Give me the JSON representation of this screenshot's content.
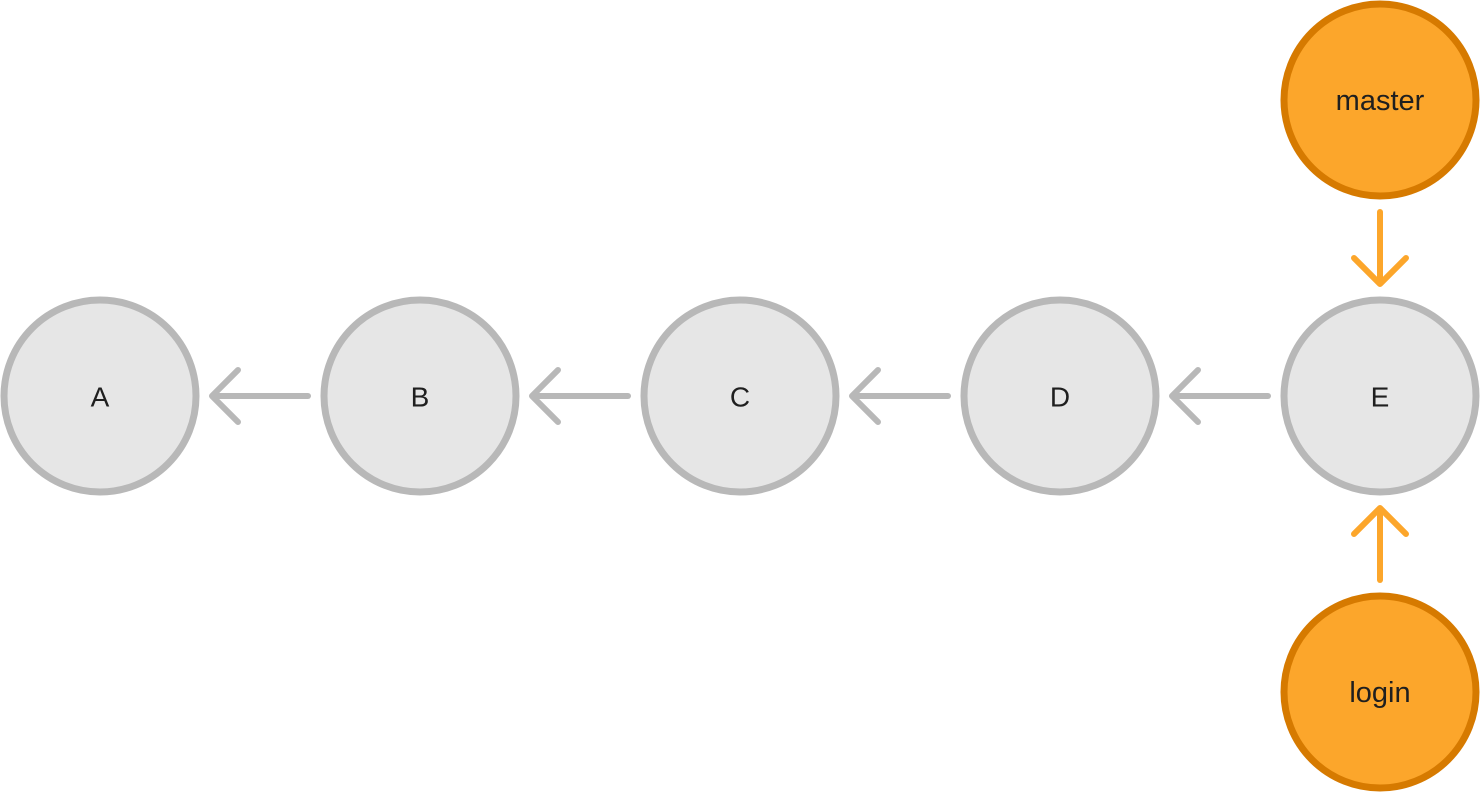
{
  "colors": {
    "commit_fill": "#e6e6e6",
    "commit_stroke": "#b8b8b8",
    "commit_arrow": "#b8b8b8",
    "branch_fill": "#fca62b",
    "branch_stroke": "#d67a00",
    "branch_arrow": "#fca62b",
    "label_text": "#1f1f1f"
  },
  "commits": [
    {
      "id": "A",
      "label": "A"
    },
    {
      "id": "B",
      "label": "B"
    },
    {
      "id": "C",
      "label": "C"
    },
    {
      "id": "D",
      "label": "D"
    },
    {
      "id": "E",
      "label": "E"
    }
  ],
  "parent_edges": [
    {
      "from": "B",
      "to": "A"
    },
    {
      "from": "C",
      "to": "B"
    },
    {
      "from": "D",
      "to": "C"
    },
    {
      "from": "E",
      "to": "D"
    }
  ],
  "branches": [
    {
      "id": "master",
      "label": "master",
      "points_to": "E"
    },
    {
      "id": "login",
      "label": "login",
      "points_to": "E"
    }
  ]
}
